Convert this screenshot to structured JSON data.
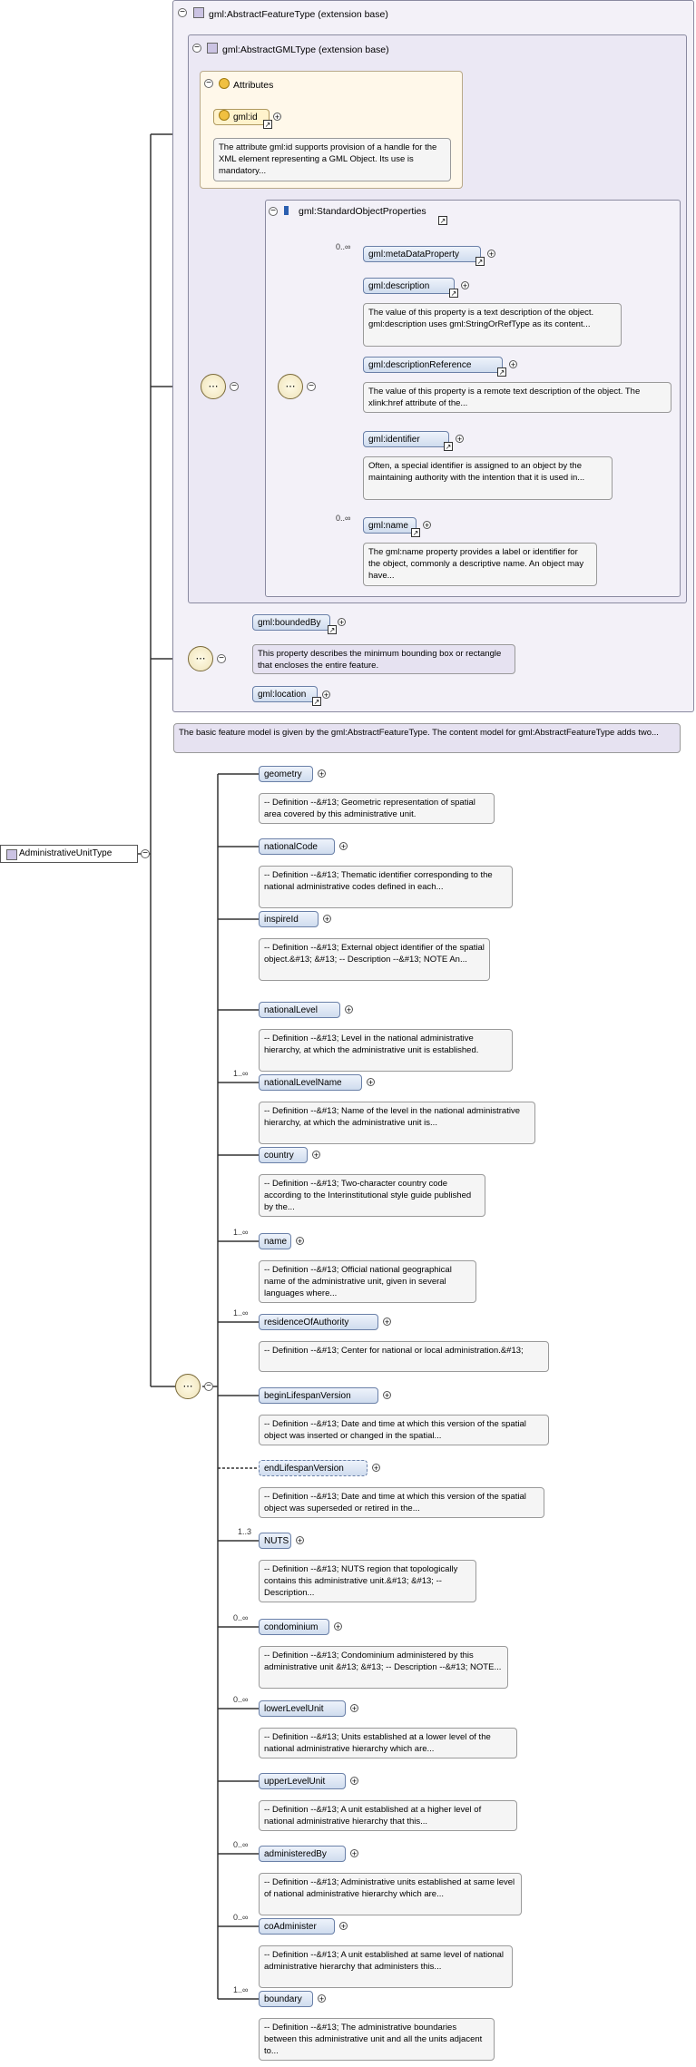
{
  "root": {
    "label": "AdministrativeUnitType"
  },
  "feature": {
    "title": "gml:AbstractFeatureType (extension base)",
    "doc": "The basic feature model is given by the gml:AbstractFeatureType. The content model for gml:AbstractFeatureType adds two..."
  },
  "gml_type": {
    "title": "gml:AbstractGMLType (extension base)"
  },
  "attributes": {
    "title": "Attributes",
    "id_label": "gml:id",
    "id_doc": "The attribute gml:id supports provision of a handle for the XML element representing a GML Object. Its use is mandatory..."
  },
  "std_props": {
    "title": "gml:StandardObjectProperties",
    "items": [
      {
        "label": "gml:metaDataProperty",
        "mult": "0..∞",
        "doc": ""
      },
      {
        "label": "gml:description",
        "mult": "",
        "doc": "The value of this property is a text description of the object. gml:description uses gml:StringOrRefType as its content..."
      },
      {
        "label": "gml:descriptionReference",
        "mult": "",
        "doc": "The value of this property is a remote text description of the object. The xlink:href attribute of the..."
      },
      {
        "label": "gml:identifier",
        "mult": "",
        "doc": "Often, a special identifier is assigned to an object by the maintaining authority with the intention that it is used in..."
      },
      {
        "label": "gml:name",
        "mult": "0..∞",
        "doc": "The gml:name property provides a label or identifier for the object, commonly a descriptive name. An object may have..."
      }
    ]
  },
  "bounded": {
    "label": "gml:boundedBy",
    "doc": "This property describes the minimum bounding box or rectangle that encloses the entire feature.",
    "location": "gml:location"
  },
  "elements": [
    {
      "label": "geometry",
      "mult": "",
      "doc": "-- Definition --&#13; Geometric representation of spatial area covered by this administrative unit."
    },
    {
      "label": "nationalCode",
      "mult": "",
      "doc": "-- Definition --&#13; Thematic identifier corresponding to the national administrative codes defined in each..."
    },
    {
      "label": "inspireId",
      "mult": "",
      "doc": "-- Definition --&#13; External object identifier of the spatial object.&#13; &#13; -- Description --&#13; NOTE An..."
    },
    {
      "label": "nationalLevel",
      "mult": "",
      "doc": "-- Definition --&#13; Level in the national administrative hierarchy, at which the administrative unit is established."
    },
    {
      "label": "nationalLevelName",
      "mult": "1..∞",
      "doc": "-- Definition --&#13; Name of the level in the national administrative hierarchy, at which the administrative unit is..."
    },
    {
      "label": "country",
      "mult": "",
      "doc": "-- Definition --&#13; Two-character country code according to the Interinstitutional style guide published by the..."
    },
    {
      "label": "name",
      "mult": "1..∞",
      "doc": "-- Definition --&#13; Official national geographical name of the administrative unit, given in several languages where..."
    },
    {
      "label": "residenceOfAuthority",
      "mult": "1..∞",
      "doc": "-- Definition --&#13; Center for national or local administration.&#13;"
    },
    {
      "label": "beginLifespanVersion",
      "mult": "",
      "doc": "-- Definition --&#13; Date and time at which this version of the spatial object was inserted or changed in the spatial..."
    },
    {
      "label": "endLifespanVersion",
      "mult": "",
      "doc": "-- Definition --&#13; Date and time at which this version of the spatial object was superseded or retired in the..."
    },
    {
      "label": "NUTS",
      "mult": "1..3",
      "doc": "-- Definition --&#13; NUTS region that topologically contains this administrative unit.&#13; &#13; -- Description..."
    },
    {
      "label": "condominium",
      "mult": "0..∞",
      "doc": "-- Definition --&#13; Condominium administered by this administrative unit &#13; &#13; -- Description --&#13; NOTE..."
    },
    {
      "label": "lowerLevelUnit",
      "mult": "0..∞",
      "doc": "-- Definition --&#13; Units established at a lower level of the national administrative hierarchy which are..."
    },
    {
      "label": "upperLevelUnit",
      "mult": "",
      "doc": "-- Definition --&#13; A unit established at a higher level of national administrative hierarchy that this..."
    },
    {
      "label": "administeredBy",
      "mult": "0..∞",
      "doc": "-- Definition --&#13; Administrative units established at same level of national administrative hierarchy which are..."
    },
    {
      "label": "coAdminister",
      "mult": "0..∞",
      "doc": "-- Definition --&#13; A unit established at same level of national administrative hierarchy that administers this..."
    },
    {
      "label": "boundary",
      "mult": "1..∞",
      "doc": "-- Definition --&#13; The administrative boundaries between this administrative unit and all the units adjacent to..."
    }
  ]
}
